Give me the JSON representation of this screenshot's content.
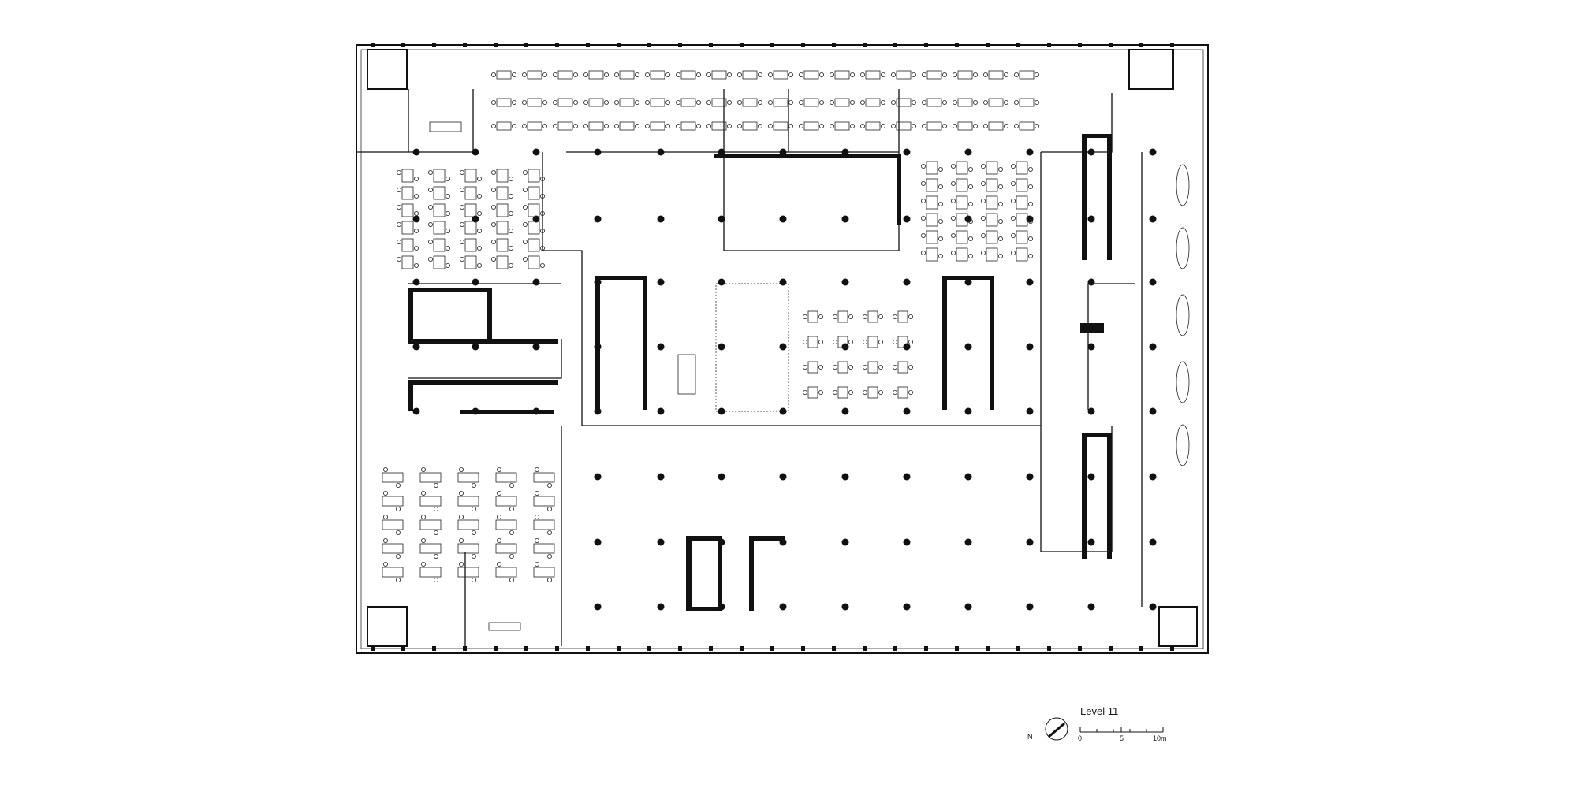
{
  "drawing": {
    "level_title": "Level 11",
    "north_label": "N",
    "scale": {
      "ticks": [
        "0",
        "5",
        "10m"
      ]
    },
    "line_color": "#111111",
    "background": "#ffffff"
  }
}
